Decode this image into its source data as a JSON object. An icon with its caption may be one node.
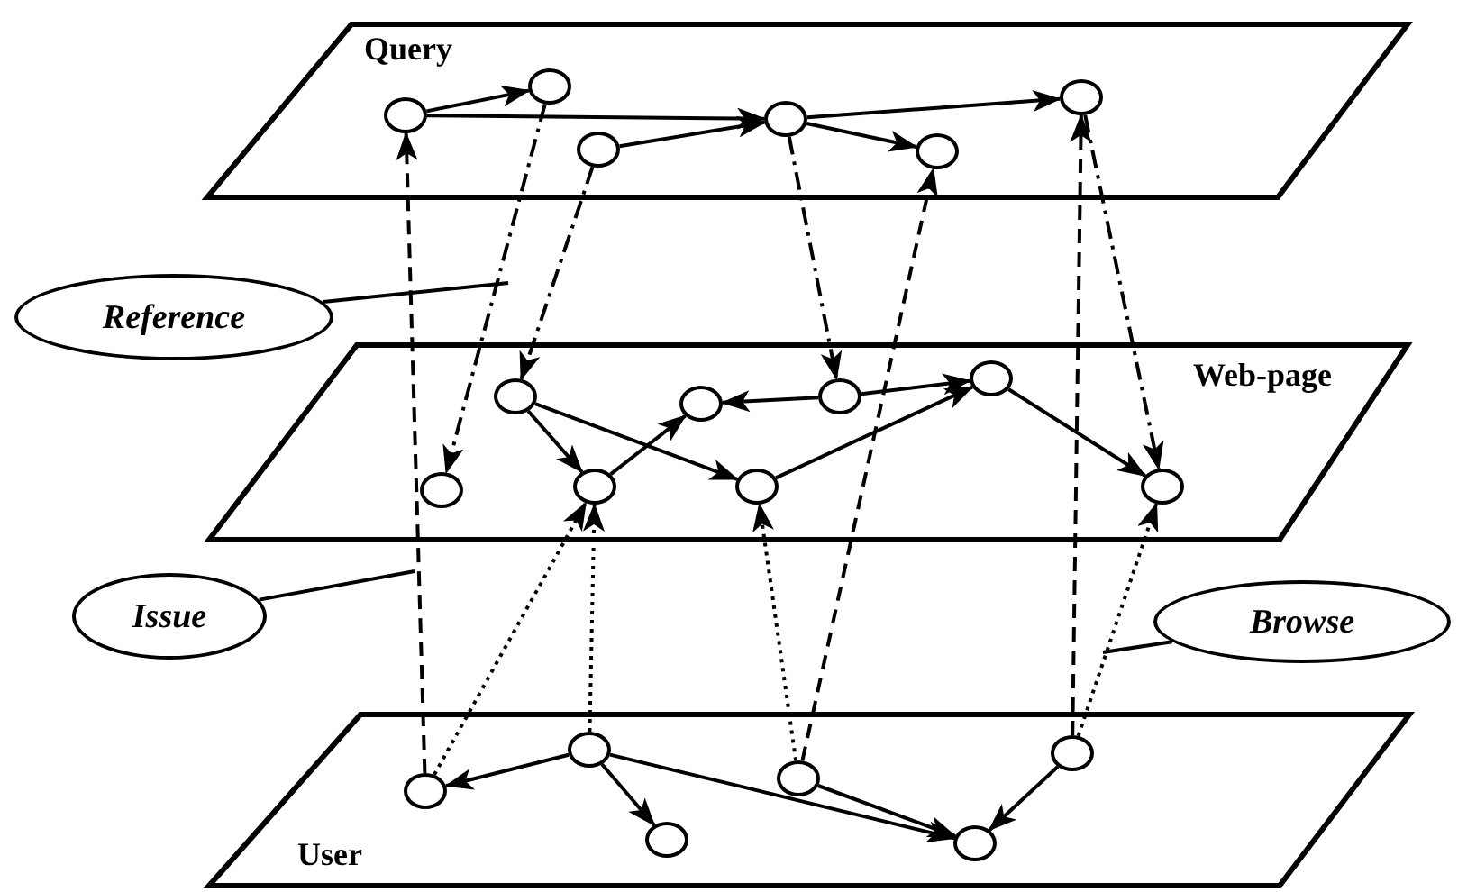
{
  "diagram": {
    "nodes": [
      {
        "text": [
          "Query"
        ]
      },
      {
        "text": [],
        "shape": "circle",
        "in": 0
      },
      {
        "text": [],
        "shape": "circle",
        "in": 0
      },
      {
        "text": [],
        "shape": "circle",
        "in": 0
      },
      {
        "text": [],
        "shape": "circle",
        "in": 0
      },
      {
        "text": [],
        "shape": "circle",
        "in": 0
      },
      {
        "text": [],
        "shape": "circle",
        "in": 0
      },
      {
        "text": [
          "Reference"
        ]
      },
      {
        "text": [
          "Web-page"
        ]
      },
      {
        "text": [],
        "shape": "circle",
        "in": 8
      },
      {
        "text": [],
        "shape": "circle",
        "in": 8
      },
      {
        "text": [],
        "shape": "circle",
        "in": 8
      },
      {
        "text": [],
        "shape": "circle",
        "in": 8
      },
      {
        "text": [],
        "shape": "circle",
        "in": 8
      },
      {
        "text": [],
        "shape": "circle",
        "in": 8
      },
      {
        "text": [],
        "shape": "circle",
        "in": 8
      },
      {
        "text": [],
        "shape": "circle",
        "in": 8
      },
      {
        "text": [
          "Issue"
        ]
      },
      {
        "text": [
          "Browse"
        ]
      },
      {
        "text": [
          "User"
        ]
      },
      {
        "text": [],
        "shape": "circle",
        "in": 19
      },
      {
        "text": [],
        "shape": "circle",
        "in": 19
      },
      {
        "text": [],
        "shape": "circle",
        "in": 19
      },
      {
        "text": [],
        "shape": "circle",
        "in": 19
      },
      {
        "text": [],
        "shape": "circle",
        "in": 19
      },
      {
        "text": [],
        "shape": "circle",
        "in": 19
      }
    ],
    "edges": [
      {
        "from": 1,
        "to": 2,
        "arrow": "to"
      },
      {
        "from": 1,
        "to": 4,
        "arrow": "to"
      },
      {
        "from": 3,
        "to": 4,
        "arrow": "to"
      },
      {
        "from": 4,
        "to": 5,
        "arrow": "to"
      },
      {
        "from": 4,
        "to": 6,
        "arrow": "to"
      },
      {
        "from": 10,
        "to": 11,
        "arrow": "to"
      },
      {
        "from": 10,
        "to": 13,
        "arrow": "to"
      },
      {
        "from": 11,
        "to": 12,
        "arrow": "to"
      },
      {
        "from": 14,
        "to": 12,
        "arrow": "to"
      },
      {
        "from": 14,
        "to": 15,
        "arrow": "to"
      },
      {
        "from": 13,
        "to": 15,
        "arrow": "to"
      },
      {
        "from": 15,
        "to": 16,
        "arrow": "to"
      },
      {
        "from": 21,
        "to": 20,
        "arrow": "to"
      },
      {
        "from": 21,
        "to": 22,
        "arrow": "to"
      },
      {
        "from": 21,
        "to": 24,
        "arrow": "to"
      },
      {
        "from": 23,
        "to": 24,
        "arrow": "to"
      },
      {
        "from": 25,
        "to": 24,
        "arrow": "to"
      },
      {
        "from": 20,
        "to": 1,
        "arrow": "to",
        "style": "dashed"
      },
      {
        "from": 23,
        "to": 5,
        "arrow": "to",
        "style": "dashed"
      },
      {
        "from": 25,
        "to": 6,
        "arrow": "to",
        "style": "dashed"
      },
      {
        "from": 20,
        "to": 11,
        "arrow": "to",
        "style": "dashed"
      },
      {
        "from": 21,
        "to": 11,
        "arrow": "to",
        "style": "dashed"
      },
      {
        "from": 23,
        "to": 13,
        "arrow": "to",
        "style": "dashed"
      },
      {
        "from": 25,
        "to": 16,
        "arrow": "to",
        "style": "dashed"
      },
      {
        "from": 2,
        "to": 9,
        "arrow": "to",
        "style": "dashed"
      },
      {
        "from": 3,
        "to": 10,
        "arrow": "to",
        "style": "dashed"
      },
      {
        "from": 4,
        "to": 14,
        "arrow": "to",
        "style": "dashed"
      },
      {
        "from": 6,
        "to": 16,
        "arrow": "to",
        "style": "dashed"
      },
      {
        "from": 7,
        "to": null,
        "arrow": "none"
      },
      {
        "from": 17,
        "to": null,
        "arrow": "none"
      },
      {
        "from": 18,
        "to": null,
        "arrow": "none"
      }
    ]
  }
}
